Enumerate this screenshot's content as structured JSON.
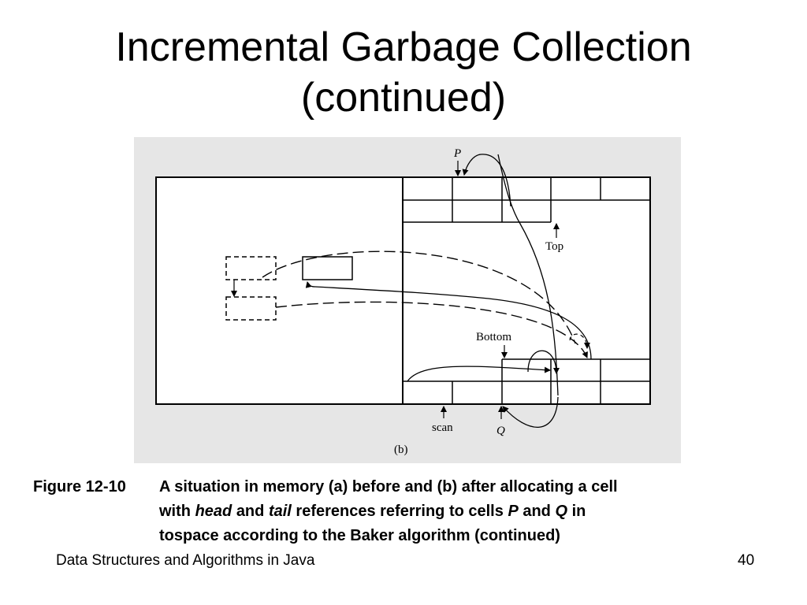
{
  "slide": {
    "title_line1": "Incremental Garbage Collection",
    "title_line2": "(continued)"
  },
  "diagram": {
    "labels": {
      "p": "P",
      "top": "Top",
      "bottom": "Bottom",
      "scan": "scan",
      "q": "Q",
      "panel": "(b)"
    }
  },
  "caption": {
    "prefix": "Figure 12-10",
    "line1": "A situation in memory (a) before and (b) after allocating a cell",
    "with": "with",
    "head": "head",
    "and1": "and",
    "tail": "tail",
    "refs": "references referring to cells",
    "p": "P",
    "and2": "and",
    "q": "Q",
    "in": "in",
    "line3": "tospace according to the Baker algorithm (continued)"
  },
  "footer": {
    "course": "Data Structures and Algorithms in Java",
    "page": "40"
  }
}
